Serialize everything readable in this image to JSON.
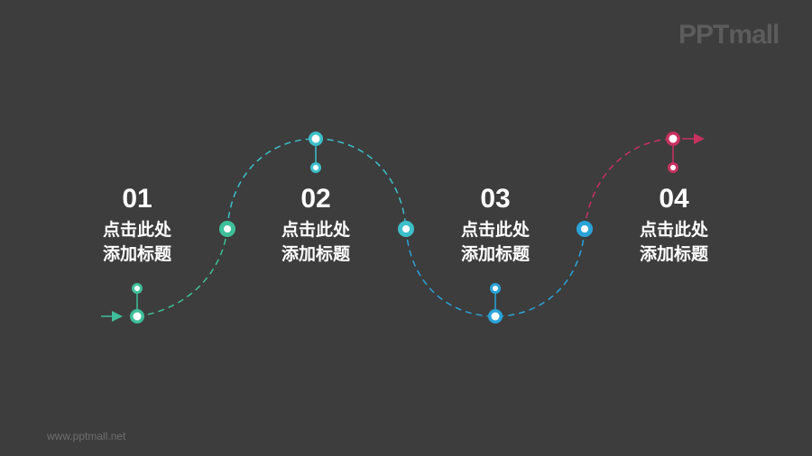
{
  "branding": {
    "logo": "PPTmall",
    "footer_url": "www.pptmall.net"
  },
  "colors": {
    "background": "#3d3d3d",
    "green": "#3fbf99",
    "teal": "#3dbfc9",
    "blue": "#2aa3d8",
    "crimson": "#c7325f",
    "text": "#ffffff"
  },
  "steps": [
    {
      "number": "01",
      "line1": "点击此处",
      "line2": "添加标题",
      "color": "#3fbf99"
    },
    {
      "number": "02",
      "line1": "点击此处",
      "line2": "添加标题",
      "color": "#3dbfc9"
    },
    {
      "number": "03",
      "line1": "点击此处",
      "line2": "添加标题",
      "color": "#2aa3d8"
    },
    {
      "number": "04",
      "line1": "点击此处",
      "line2": "添加标题",
      "color": "#c7325f"
    }
  ]
}
